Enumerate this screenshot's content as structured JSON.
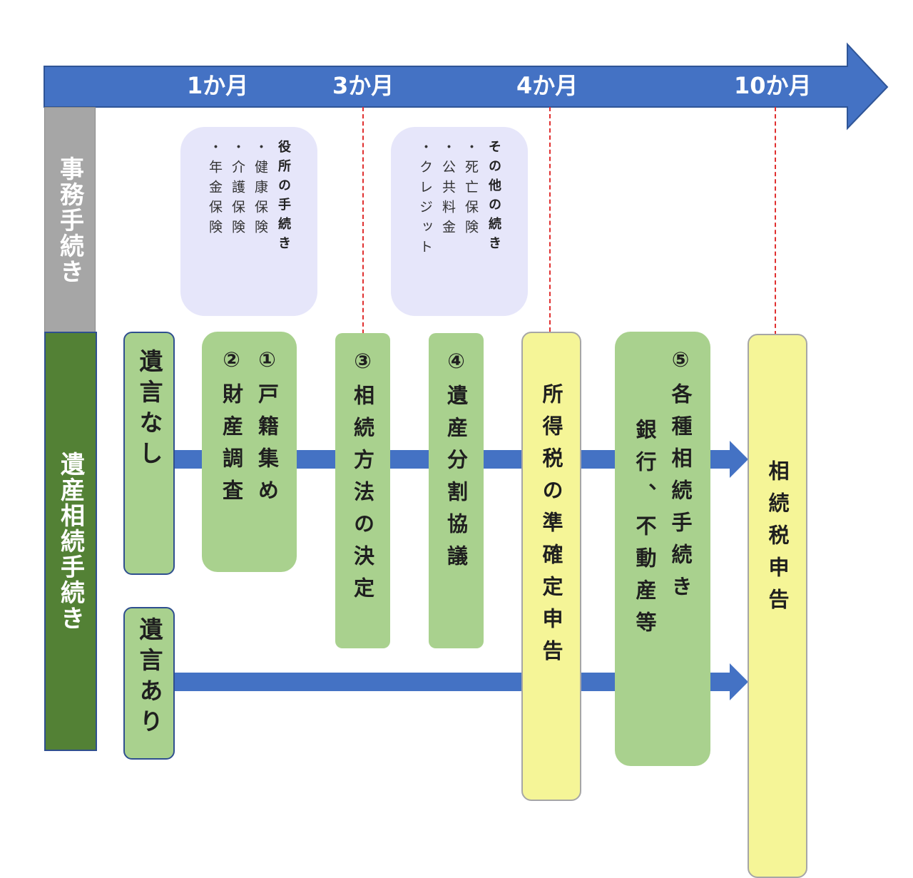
{
  "timeline": {
    "months": [
      "1か月",
      "3か月",
      "4か月",
      "10か月"
    ],
    "color": "#4472c4"
  },
  "sections": {
    "admin": "事務手続き",
    "admin_color": "#a6a6a6",
    "inheritance": "遺産相続手続き",
    "inheritance_color": "#538135"
  },
  "admin_boxes": [
    {
      "title": "役所の手続き",
      "items": [
        "・健康保険",
        "・介護保険",
        "・年金保険"
      ]
    },
    {
      "title": "その他の続き",
      "items": [
        "・死亡保険",
        "・公共料金",
        "・クレジット"
      ]
    }
  ],
  "paths": {
    "no_will": "遺言なし",
    "with_will": "遺言あり"
  },
  "steps": {
    "step1": "①戸籍集め",
    "step2": "②財産調査",
    "step3": "③相続方法の決定",
    "step4": "④遺産分割協議",
    "income_tax": "所得税の準確定申告",
    "step5a": "⑤各種相続手続き",
    "step5b": "銀行、不動産等",
    "inheritance_tax": "相続税申告"
  },
  "colors": {
    "green_box": "#a9d18e",
    "yellow_box": "#f5f597",
    "admin_box": "#e6e6fa",
    "dashed_line": "#e03030"
  }
}
